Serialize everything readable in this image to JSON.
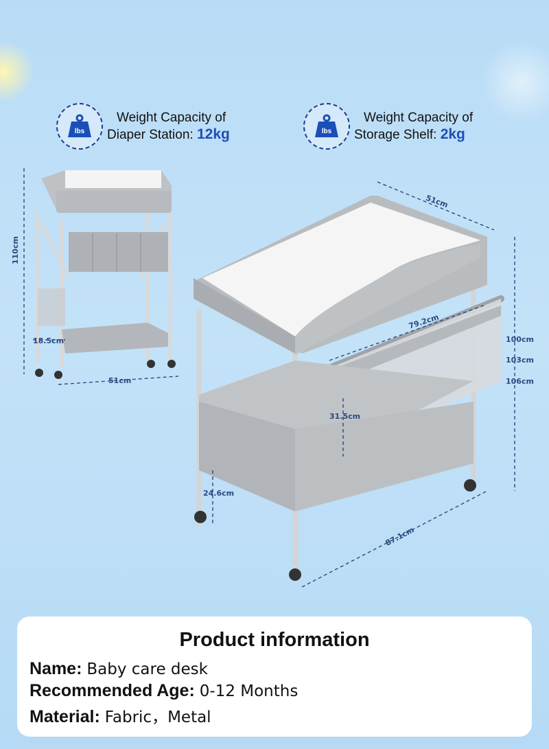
{
  "badges": [
    {
      "icon": "weight-icon",
      "icon_text": "lbs",
      "line1": "Weight Capacity of",
      "line2": "Diaper Station:",
      "value": "12kg"
    },
    {
      "icon": "weight-icon",
      "icon_text": "lbs",
      "line1": "Weight Capacity of",
      "line2": "Storage Shelf:",
      "value": "2kg"
    }
  ],
  "dimensions": {
    "folded_height": "110cm",
    "folded_depth": "18.5cm",
    "folded_width": "51cm",
    "top_width": "51cm",
    "rail_length": "79.2cm",
    "height_1": "100cm",
    "height_2": "103cm",
    "height_3": "106cm",
    "basket_height": "31.5cm",
    "ground_clearance": "24.6cm",
    "diagonal": "87.1cm"
  },
  "info": {
    "title": "Product information",
    "name_label": "Name:",
    "name_value": "Baby care desk",
    "age_label": "Recommended Age:",
    "age_value": "0-12 Months",
    "material_label": "Material:",
    "material_value": "Fabric，Metal"
  },
  "colors": {
    "background": "#bfe0f7",
    "accent": "#1b4fb8",
    "fabric": "#b9bcbf",
    "frame": "#d8d8d8"
  }
}
